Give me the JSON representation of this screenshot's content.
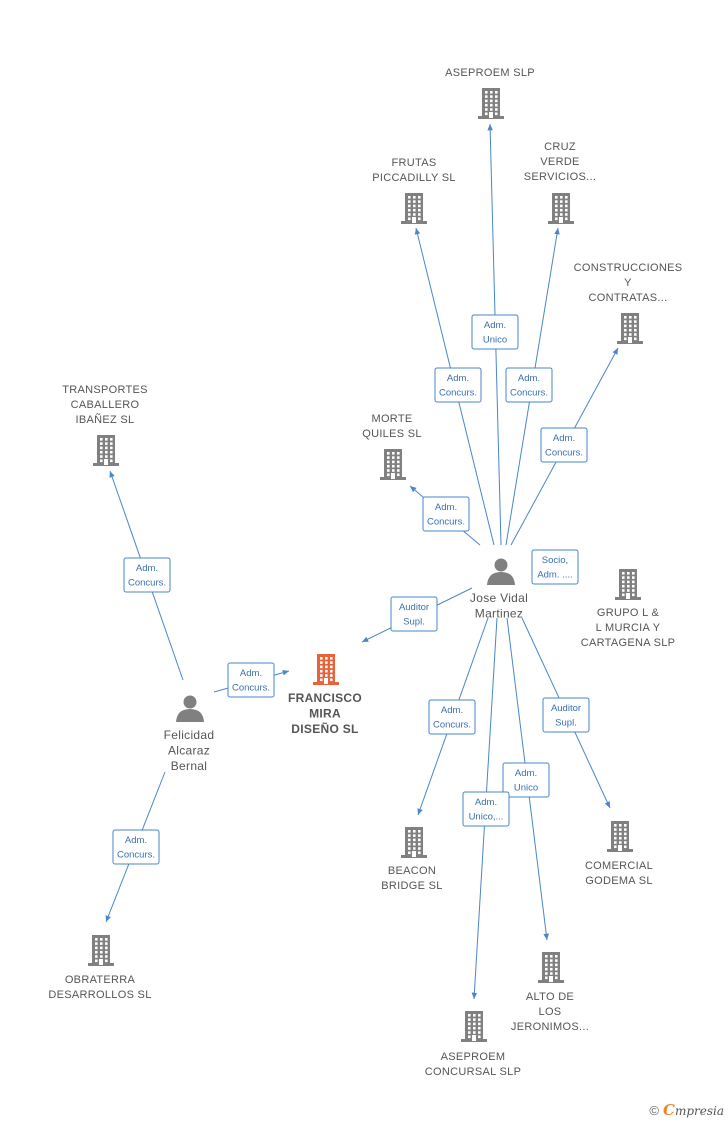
{
  "colors": {
    "edge": "#4a86c8",
    "company": "#808080",
    "focus": "#e8623a",
    "person": "#808080"
  },
  "nodes": [
    {
      "id": "aseproem_slp",
      "kind": "company",
      "label": [
        "ASEPROEM SLP"
      ]
    },
    {
      "id": "frutas",
      "kind": "company",
      "label": [
        "FRUTAS",
        "PICCADILLY SL"
      ]
    },
    {
      "id": "cruz_verde",
      "kind": "company",
      "label": [
        "CRUZ",
        "VERDE",
        "SERVICIOS..."
      ]
    },
    {
      "id": "construcciones",
      "kind": "company",
      "label": [
        "CONSTRUCCIONES",
        "Y",
        "CONTRATAS..."
      ]
    },
    {
      "id": "transportes",
      "kind": "company",
      "label": [
        "TRANSPORTES",
        "CABALLERO",
        "IBAÑEZ SL"
      ]
    },
    {
      "id": "morte",
      "kind": "company",
      "label": [
        "MORTE",
        "QUILES SL"
      ]
    },
    {
      "id": "jose",
      "kind": "person",
      "label": [
        "Jose Vidal",
        "Martinez"
      ]
    },
    {
      "id": "grupo",
      "kind": "company",
      "label": [
        "GRUPO L &",
        "L MURCIA Y",
        "CARTAGENA SLP"
      ]
    },
    {
      "id": "francisco",
      "kind": "focus",
      "label": [
        "FRANCISCO",
        "MIRA",
        "DISEÑO SL"
      ]
    },
    {
      "id": "felicidad",
      "kind": "person",
      "label": [
        "Felicidad",
        "Alcaraz",
        "Bernal"
      ]
    },
    {
      "id": "beacon",
      "kind": "company",
      "label": [
        "BEACON",
        "BRIDGE SL"
      ]
    },
    {
      "id": "comercial",
      "kind": "company",
      "label": [
        "COMERCIAL",
        "GODEMA SL"
      ]
    },
    {
      "id": "obraterra",
      "kind": "company",
      "label": [
        "OBRATERRA",
        "DESARROLLOS SL"
      ]
    },
    {
      "id": "alto",
      "kind": "company",
      "label": [
        "ALTO DE",
        "LOS",
        "JERONIMOS..."
      ]
    },
    {
      "id": "aseproem_concursal",
      "kind": "company",
      "label": [
        "ASEPROEM",
        "CONCURSAL SLP"
      ]
    }
  ],
  "edges": [
    {
      "from": "jose",
      "to": "aseproem_slp",
      "label": [
        "Adm.",
        "Unico"
      ]
    },
    {
      "from": "jose",
      "to": "frutas",
      "label": [
        "Adm.",
        "Concurs."
      ]
    },
    {
      "from": "jose",
      "to": "cruz_verde",
      "label": [
        "Adm.",
        "Concurs."
      ]
    },
    {
      "from": "jose",
      "to": "construcciones",
      "label": [
        "Adm.",
        "Concurs."
      ]
    },
    {
      "from": "jose",
      "to": "morte",
      "label": [
        "Adm.",
        "Concurs."
      ]
    },
    {
      "from": "jose",
      "to": "grupo",
      "label": [
        "Socio,",
        "Adm. ...."
      ]
    },
    {
      "from": "jose",
      "to": "francisco",
      "label": [
        "Auditor",
        "Supl."
      ]
    },
    {
      "from": "jose",
      "to": "beacon",
      "label": [
        "Adm.",
        "Concurs."
      ]
    },
    {
      "from": "jose",
      "to": "comercial",
      "label": [
        "Auditor",
        "Supl."
      ]
    },
    {
      "from": "jose",
      "to": "alto",
      "label": [
        "Adm.",
        "Unico"
      ]
    },
    {
      "from": "jose",
      "to": "aseproem_concursal",
      "label": [
        "Adm.",
        "Unico,..."
      ]
    },
    {
      "from": "felicidad",
      "to": "transportes",
      "label": [
        "Adm.",
        "Concurs."
      ]
    },
    {
      "from": "felicidad",
      "to": "francisco",
      "label": [
        "Adm.",
        "Concurs."
      ]
    },
    {
      "from": "felicidad",
      "to": "obraterra",
      "label": [
        "Adm.",
        "Concurs."
      ]
    }
  ],
  "footer": {
    "copyright": "©",
    "brand_initial": "C",
    "brand_rest": "mpresia"
  }
}
